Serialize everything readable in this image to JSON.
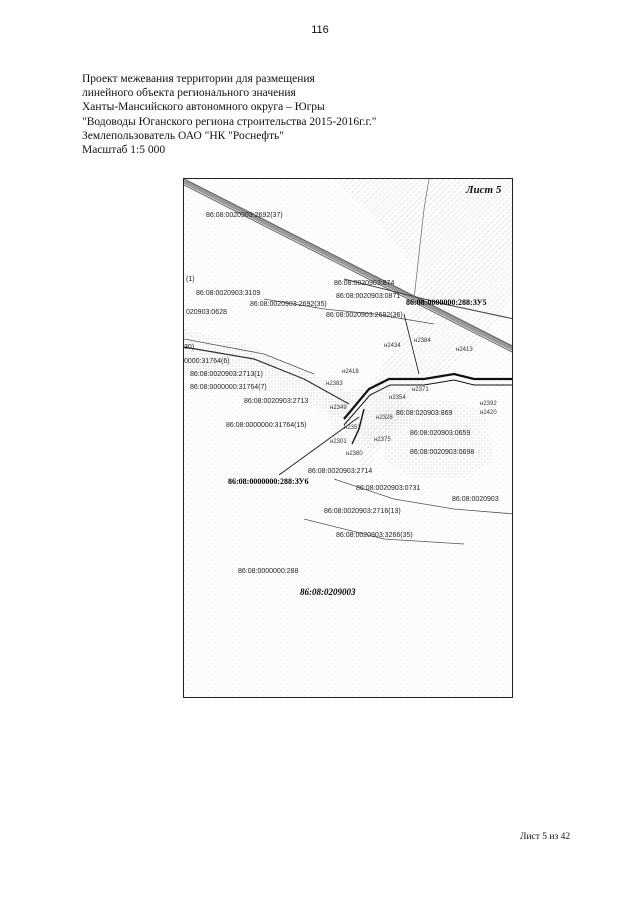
{
  "page_number": "116",
  "header": {
    "lines": [
      "Проект межевания территории для размещения",
      "линейного объекта регионального значения",
      "Ханты-Мансийского автономного округа – Югры",
      "\"Водоводы Юганского региона строительства 2015-2016г.г.\"",
      "Землепользователь ОАО \"НК \"Роснефть\"",
      "Масштаб 1:5 000"
    ]
  },
  "map": {
    "sheet_label": "Лист 5",
    "labels": [
      "86:08:0020903:2692(37)",
      "(1)",
      "86:08:0020903:3109",
      "86:08:0020903:874",
      "86:08:0020903:0871",
      "86:08:0020903:2692(35)",
      "020903:0628",
      "86:08:0020903:2692(36)",
      "86:08:0000000:288:ЗУ5",
      "30)",
      "0000:31764(6)",
      "86:08:0020903:2713(1)",
      "86:08:0000000:31764(7)",
      "н2434",
      "н2384",
      "н2413",
      "н2418",
      "н2383",
      "86:08:0020903:2713",
      "н2349",
      "н2371",
      "н2354",
      "н2392",
      "н2420",
      "86:08:0000000:31764(15)",
      "н2351",
      "н2328",
      "86:08:020903:0659",
      "86:08:0000000:288:ЗУ6",
      "н2301",
      "н2375",
      "86:08:0020903:0698",
      "н2380",
      "86:08:0020903:2714",
      "86:08:0020903:0731",
      "86:08:0020903",
      "86:08:0020903:2716(13)",
      "86:08:0020903:3266(35)",
      "86:08:0000000:288",
      "86:08:0209003",
      "86:08:020903:869"
    ]
  },
  "footer": "Лист 5 из 42"
}
